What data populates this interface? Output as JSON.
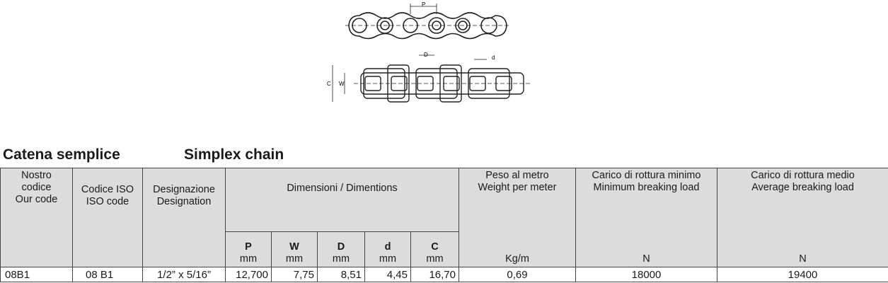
{
  "drawing_labels": {
    "pitch": "P",
    "roller_d": "D",
    "pin_d": "d",
    "width_c": "C",
    "width_w": "W"
  },
  "title": {
    "it": "Catena semplice",
    "en": "Simplex chain"
  },
  "table": {
    "headers": {
      "our_code": [
        "Nostro",
        "codice",
        "Our code"
      ],
      "iso_code": [
        "Codice ISO",
        "ISO code"
      ],
      "designation": [
        "Designazione",
        "Designation"
      ],
      "dimensions": "Dimensioni / Dimentions",
      "weight": [
        "Peso al metro",
        "Weight per meter"
      ],
      "min_load": [
        "Carico di rottura minimo",
        "Minimum breaking load"
      ],
      "avg_load": [
        "Carico di rottura medio",
        "Average breaking load"
      ]
    },
    "dim_columns": [
      {
        "sym": "P",
        "unit": "mm"
      },
      {
        "sym": "W",
        "unit": "mm"
      },
      {
        "sym": "D",
        "unit": "mm"
      },
      {
        "sym": "d",
        "unit": "mm"
      },
      {
        "sym": "C",
        "unit": "mm"
      }
    ],
    "units": {
      "weight": "Kg/m",
      "min_load": "N",
      "avg_load": "N"
    },
    "rows": [
      {
        "code": "08B1",
        "iso": "08 B1",
        "designation": "1/2” x 5/16”",
        "P": "12,700",
        "W": "7,75",
        "D": "8,51",
        "d": "4,45",
        "C": "16,70",
        "weight": "0,69",
        "min_load": "18000",
        "avg_load": "19400"
      }
    ]
  }
}
